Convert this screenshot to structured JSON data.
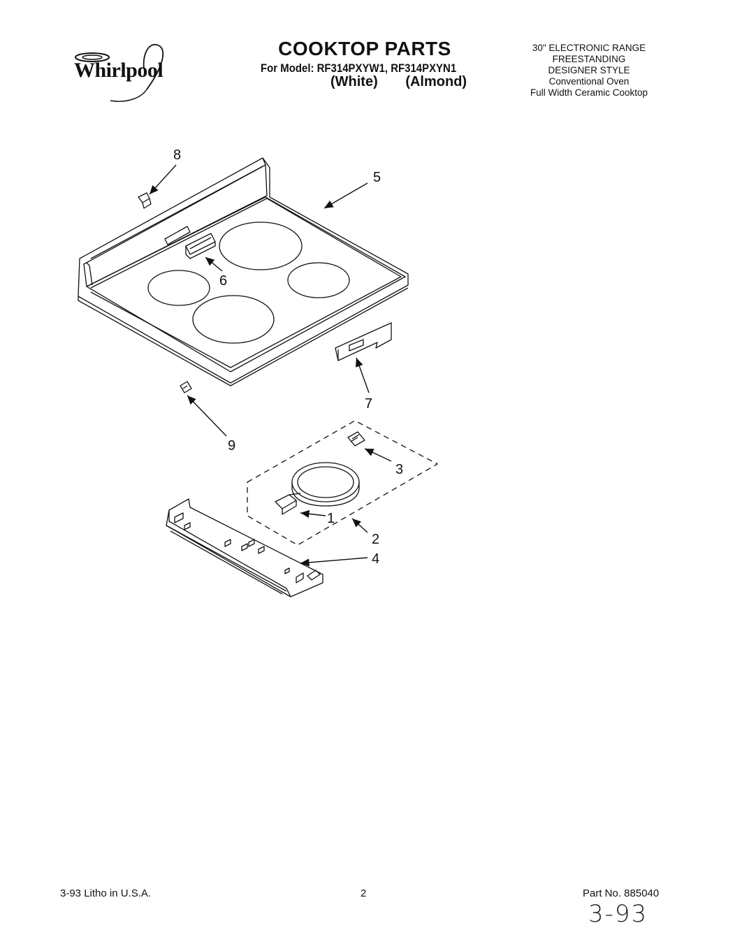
{
  "header": {
    "brand": "Whirlpool",
    "title": "COOKTOP PARTS",
    "model_line": "For Model: RF314PXYW1, RF314PXYN1",
    "color_white": "(White)",
    "color_almond": "(Almond)",
    "description": [
      "30\" ELECTRONIC RANGE",
      "FREESTANDING",
      "DESIGNER STYLE",
      "Conventional Oven",
      "Full Width Ceramic Cooktop"
    ]
  },
  "callouts": {
    "c1": "1",
    "c2": "2",
    "c3": "3",
    "c4": "4",
    "c5": "5",
    "c6": "6",
    "c7": "7",
    "c8": "8",
    "c9": "9"
  },
  "footer": {
    "litho": "3-93 Litho in U.S.A.",
    "page": "2",
    "part_no": "Part No. 885040",
    "handwritten": "3-93"
  }
}
